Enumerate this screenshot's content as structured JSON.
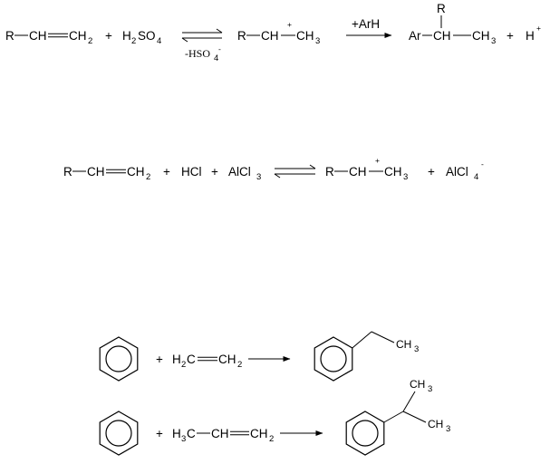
{
  "reactions": [
    {
      "id": "sulfuric-acid-alkylation",
      "reactant_alkene": "R—CH═CH₂",
      "acid": "H₂SO₄",
      "equilibrium_note": "-HSO₄⁻",
      "carbocation": "R—CH⁺—CH₃",
      "reagent": "+ArH",
      "product": "Ar—CH(R)—CH₃",
      "byproduct": "H⁺"
    },
    {
      "id": "hcl-alcl3-activation",
      "reactant_alkene": "R—CH═CH₂",
      "acid": "HCl",
      "catalyst": "AlCl₃",
      "carbocation": "R—CH⁺—CH₃",
      "byproduct": "AlCl₄⁻"
    },
    {
      "id": "benzene-ethylene",
      "reactant": "benzene",
      "alkene": "H₂C═CH₂",
      "product": "ethylbenzene",
      "product_label": "CH₃"
    },
    {
      "id": "benzene-propylene",
      "reactant": "benzene",
      "alkene": "H₃C—CH═CH₂",
      "product": "cumene",
      "product_labels": [
        "CH₃",
        "CH₃"
      ]
    }
  ],
  "plus_sign": "+",
  "colors": {
    "ink": "#000000",
    "background": "#ffffff"
  }
}
